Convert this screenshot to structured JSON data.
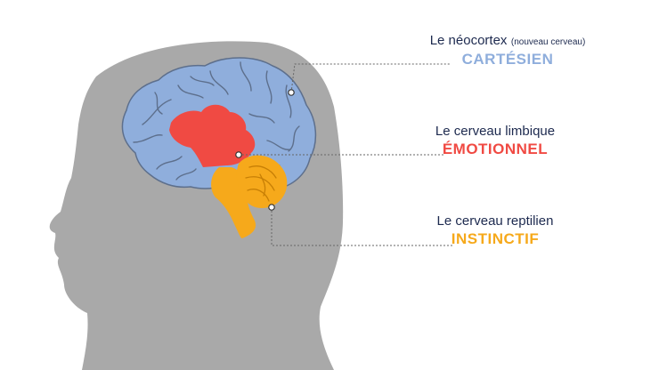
{
  "colors": {
    "head": "#a9a9a9",
    "neocortex": "#8faedc",
    "limbic": "#f04a43",
    "reptilian": "#f6a91b",
    "text": "#1d2a4f",
    "line": "#666666"
  },
  "labels": {
    "neocortex": {
      "name": "Le néocortex",
      "note": "(nouveau cerveau)",
      "tag": "CARTÉSIEN"
    },
    "limbic": {
      "name": "Le cerveau limbique",
      "tag": "ÉMOTIONNEL"
    },
    "reptilian": {
      "name": "Le cerveau reptilien",
      "tag": "INSTINCTIF"
    }
  }
}
